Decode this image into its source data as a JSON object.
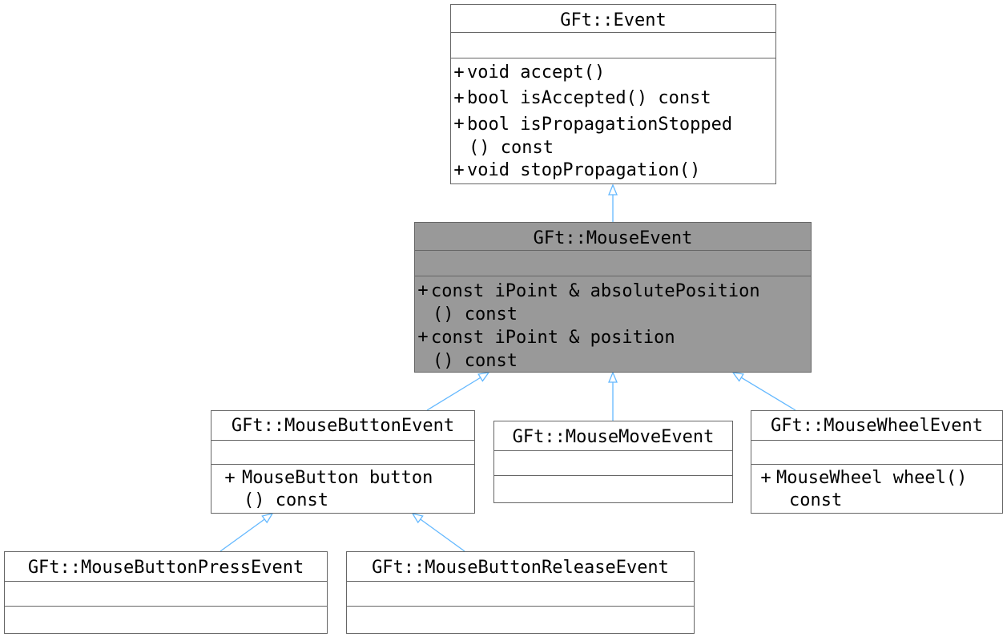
{
  "diagram": {
    "classes": {
      "event": {
        "name": "GFt::Event",
        "operations": [
          {
            "visibility": "+",
            "lines": [
              "void accept()"
            ]
          },
          {
            "visibility": "+",
            "lines": [
              "bool isAccepted() const"
            ]
          },
          {
            "visibility": "+",
            "lines": [
              "bool isPropagationStopped",
              "() const"
            ]
          },
          {
            "visibility": "+",
            "lines": [
              "void stopPropagation()"
            ]
          }
        ]
      },
      "mouse_event": {
        "name": "GFt::MouseEvent",
        "operations": [
          {
            "visibility": "+",
            "lines": [
              "const iPoint & absolutePosition",
              "() const"
            ]
          },
          {
            "visibility": "+",
            "lines": [
              "const iPoint & position",
              "() const"
            ]
          }
        ]
      },
      "mouse_button_event": {
        "name": "GFt::MouseButtonEvent",
        "operations": [
          {
            "visibility": "+",
            "lines": [
              "MouseButton button",
              "() const"
            ]
          }
        ]
      },
      "mouse_move_event": {
        "name": "GFt::MouseMoveEvent",
        "operations": []
      },
      "mouse_wheel_event": {
        "name": "GFt::MouseWheelEvent",
        "operations": [
          {
            "visibility": "+",
            "lines": [
              "MouseWheel wheel()",
              "const"
            ]
          }
        ]
      },
      "mouse_button_press_event": {
        "name": "GFt::MouseButtonPressEvent",
        "operations": []
      },
      "mouse_button_release_event": {
        "name": "GFt::MouseButtonReleaseEvent",
        "operations": []
      }
    },
    "inheritance": [
      {
        "child": "mouse_event",
        "parent": "event"
      },
      {
        "child": "mouse_button_event",
        "parent": "mouse_event"
      },
      {
        "child": "mouse_move_event",
        "parent": "mouse_event"
      },
      {
        "child": "mouse_wheel_event",
        "parent": "mouse_event"
      },
      {
        "child": "mouse_button_press_event",
        "parent": "mouse_button_event"
      },
      {
        "child": "mouse_button_release_event",
        "parent": "mouse_button_event"
      }
    ],
    "colors": {
      "edge": "#63b8ff",
      "border": "#666666",
      "highlight_fill": "#999999"
    }
  }
}
